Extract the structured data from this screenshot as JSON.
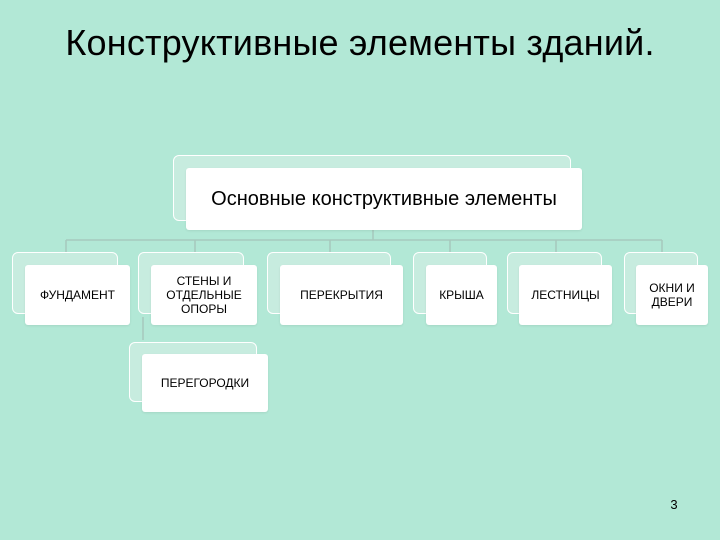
{
  "slide": {
    "title": "Конструктивные элементы зданий.",
    "page_number": "3"
  },
  "diagram": {
    "root": {
      "label": "Основные конструктивные элементы"
    },
    "children": [
      {
        "label": "ФУНДАМЕНТ"
      },
      {
        "label": "СТЕНЫ И ОТДЕЛЬНЫЕ ОПОРЫ",
        "children": [
          {
            "label": "ПЕРЕГОРОДКИ"
          }
        ]
      },
      {
        "label": "ПЕРЕКРЫТИЯ"
      },
      {
        "label": "КРЫША"
      },
      {
        "label": "ЛЕСТНИЦЫ"
      },
      {
        "label": "ОКНИ И ДВЕРИ"
      }
    ]
  },
  "colors": {
    "background": "#b2e8d6",
    "box_back": "#c7ecdf",
    "box_front": "#ffffff",
    "connector": "#a6c9bd"
  }
}
